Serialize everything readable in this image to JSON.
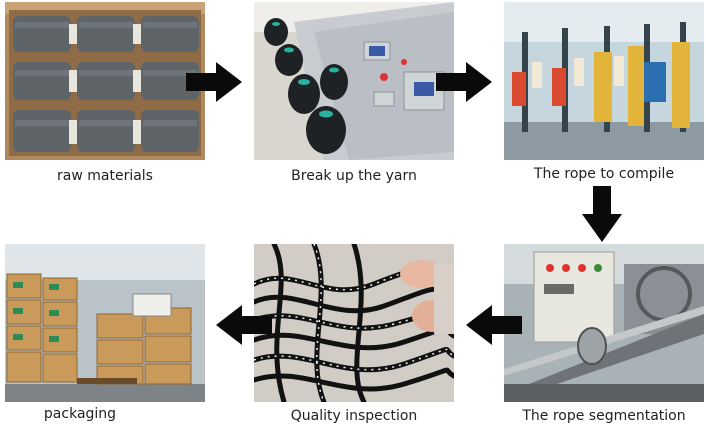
{
  "steps": [
    {
      "label": "raw materials"
    },
    {
      "label": "Break up the yarn"
    },
    {
      "label": "The rope to compile"
    },
    {
      "label": "The rope segmentation"
    },
    {
      "label": "Quality inspection"
    },
    {
      "label": "packaging"
    }
  ],
  "arrows": [
    "right",
    "right",
    "down",
    "left",
    "left"
  ]
}
